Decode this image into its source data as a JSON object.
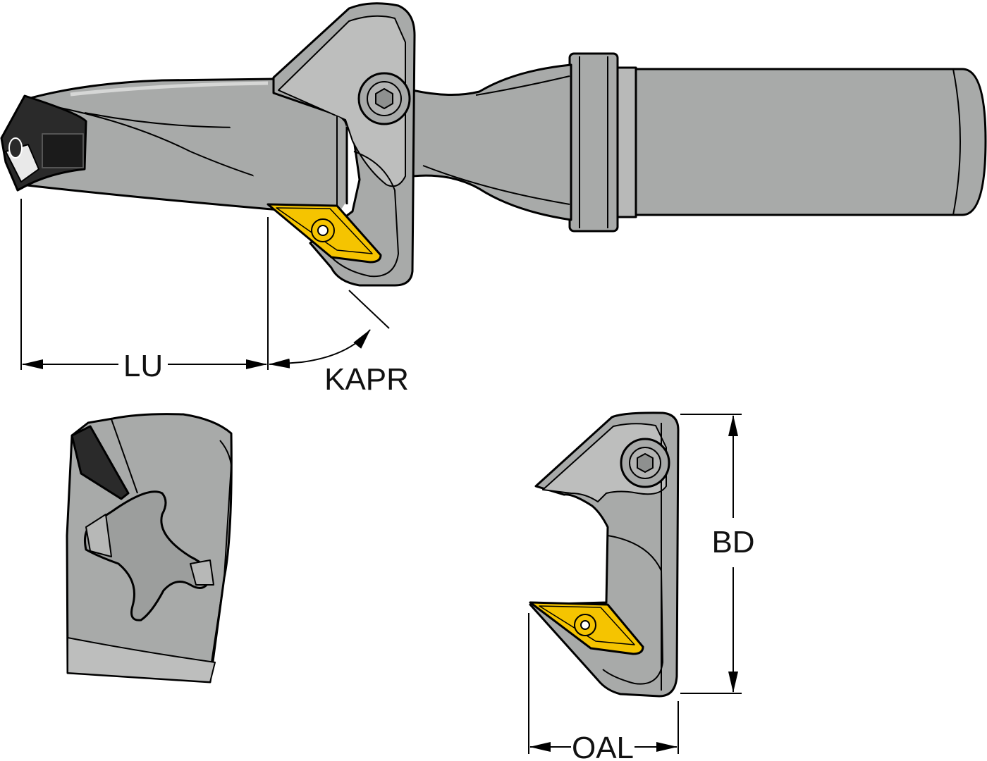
{
  "labels": {
    "lu": "LU",
    "kapr": "KAPR",
    "bd": "BD",
    "oal": "OAL"
  },
  "colors": {
    "body": "#a8aaa9",
    "body_light": "#c3c4c3",
    "body_dark": "#8e908f",
    "insert": "#f5c400",
    "tip": "#2a2a2a",
    "line": "#000000"
  },
  "icons": {
    "screw": "hex-socket-screw-icon",
    "insert_screw": "torx-screw-icon"
  }
}
